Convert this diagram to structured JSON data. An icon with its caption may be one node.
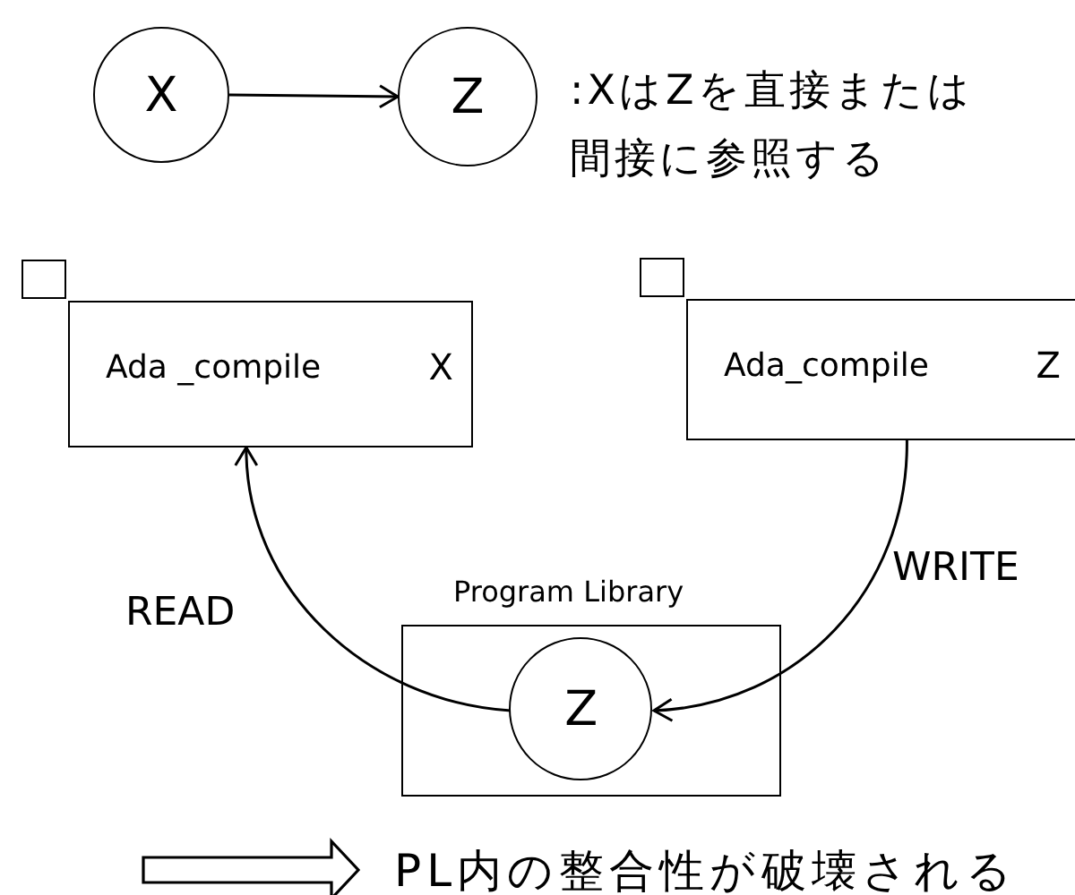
{
  "diagram": {
    "nodes": [
      {
        "text": [
          "X"
        ]
      },
      {
        "text": [
          "Z"
        ]
      },
      {
        "text": [
          "Ada _compile",
          "X"
        ]
      },
      {
        "text": [
          "Ada_compile",
          "Z"
        ]
      },
      {
        "text": [
          "Program Library"
        ]
      },
      {
        "text": [
          "Z"
        ],
        "in": 4
      },
      {
        "text": [
          "PL内の整合性が破壊される"
        ]
      }
    ],
    "edges": [
      {
        "from": 0,
        "to": 1,
        "arrow": "to"
      },
      {
        "from": 5,
        "to": 2,
        "arrow": "to",
        "label": "READ"
      },
      {
        "from": 3,
        "to": 5,
        "arrow": "to",
        "label": "WRITE"
      },
      {
        "from": null,
        "to": 6,
        "arrow": "to",
        "style": "thick"
      }
    ],
    "labels": [
      ":XはZを直接または間接に参照する"
    ]
  }
}
